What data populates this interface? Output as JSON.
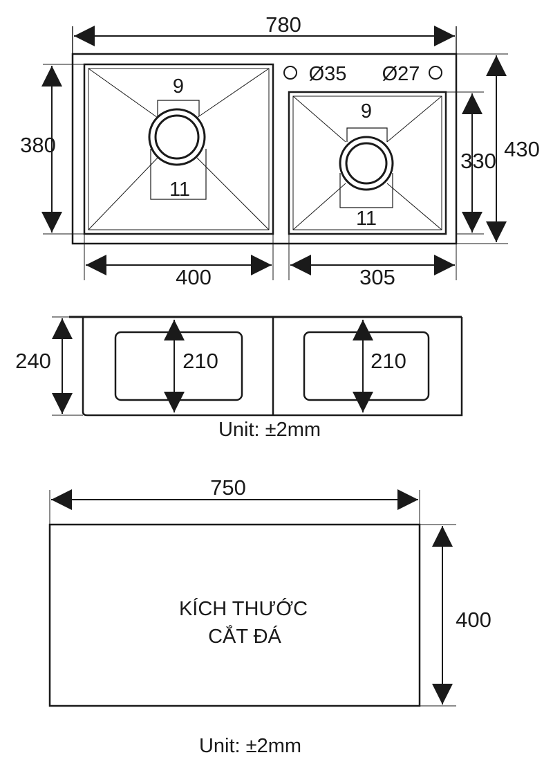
{
  "top_view": {
    "overall_width": "780",
    "overall_depth": "430",
    "left_bowl_depth": "380",
    "right_bowl_depth": "330",
    "left_bowl_width": "400",
    "right_bowl_width": "305",
    "left_drain_top": "9",
    "left_drain_bottom": "11",
    "right_drain_top": "9",
    "right_drain_bottom": "11",
    "hole_left": "Ø35",
    "hole_right": "Ø27"
  },
  "side_view": {
    "height": "240",
    "left_bowl_height": "210",
    "right_bowl_height": "210",
    "unit": "Unit: ±2mm"
  },
  "cutout": {
    "width": "750",
    "depth": "400",
    "title_line1": "KÍCH THƯỚC",
    "title_line2": "CẮT ĐÁ",
    "unit": "Unit: ±2mm"
  }
}
